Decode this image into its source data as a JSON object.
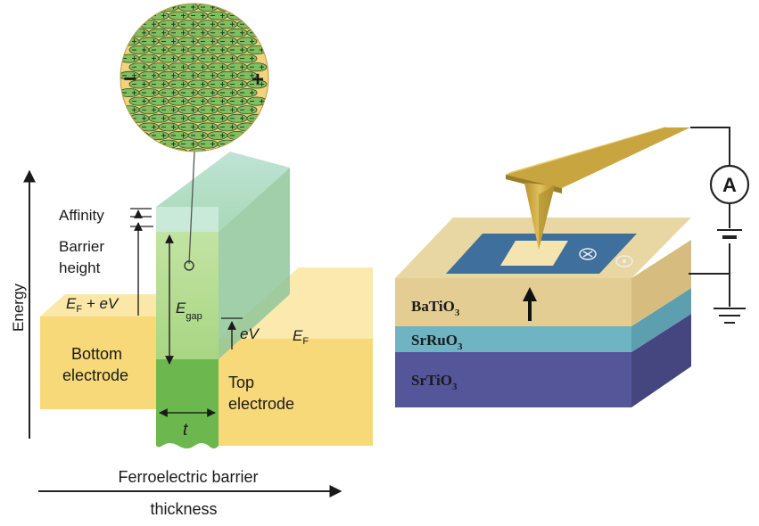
{
  "left_diagram": {
    "axis_y_label": "Energy",
    "axis_x_label_line1": "Ferroelectric barrier",
    "axis_x_label_line2": "thickness",
    "affinity": "Affinity",
    "barrier_line1": "Barrier",
    "barrier_line2": "height",
    "ef_plus_ev": {
      "e": "E",
      "sub": "F",
      "rest": " + eV"
    },
    "egap": {
      "e": "E",
      "sub": "gap"
    },
    "ev": "eV",
    "ef": {
      "e": "E",
      "sub": "F"
    },
    "bottom_line1": "Bottom",
    "bottom_line2": "electrode",
    "top_line1": "Top",
    "top_line2": "electrode",
    "thickness_symbol": "t",
    "dipole_minus": "−",
    "dipole_plus": "+"
  },
  "right_diagram": {
    "ammeter": "A",
    "layers": [
      {
        "name": "BaTiO",
        "sub": "3"
      },
      {
        "name": "SrRuO",
        "sub": "3"
      },
      {
        "name": "SrTiO",
        "sub": "3"
      }
    ]
  },
  "colors": {
    "electrode": "#f5d77a",
    "barrier_green": "#8cc66a",
    "batio3": "#e3cd93",
    "srruo3": "#6fb4c3",
    "srtio3": "#55559a",
    "tip_gold": "#c8a53a"
  }
}
